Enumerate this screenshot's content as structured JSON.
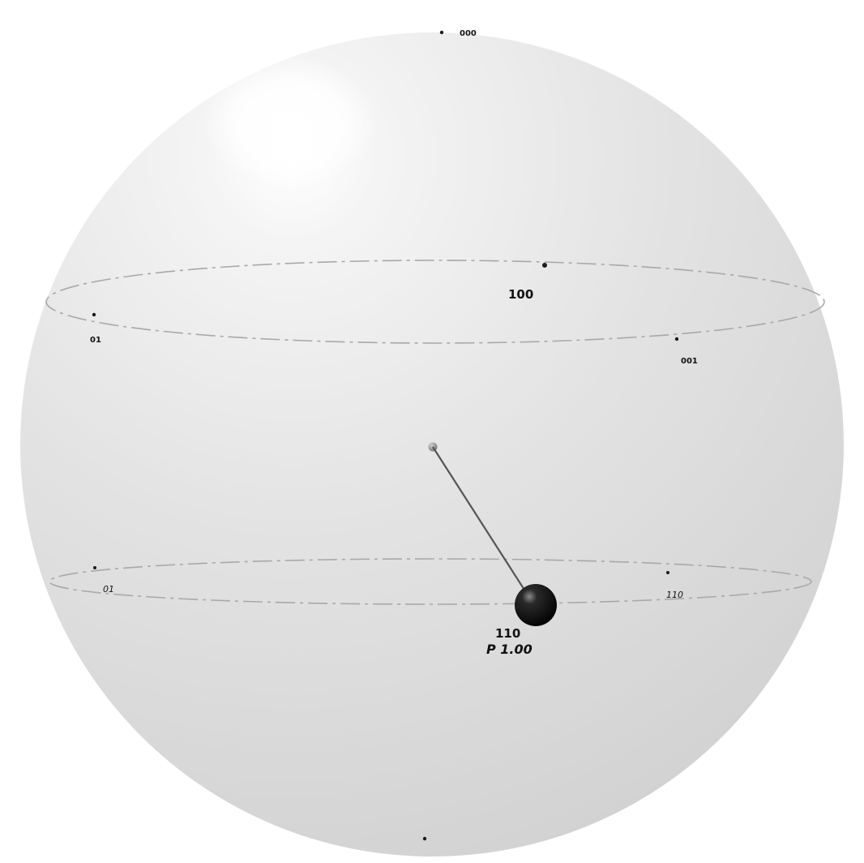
{
  "sphere": {
    "style": "qsphere",
    "colors": {
      "surface_light": "#ffffff",
      "surface_mid": "#e7e7e7",
      "surface_dark": "#cfcfcf",
      "ring": "#a8a8a8",
      "marker": "#1a1a1a",
      "state_ball": "#101010",
      "connector": "#555555"
    }
  },
  "labels": {
    "top": "000",
    "upper_front": "100",
    "upper_left": "01",
    "upper_right": "001",
    "lower_left": "01",
    "lower_right": "110",
    "state": "110",
    "probability": "P 1.00"
  }
}
